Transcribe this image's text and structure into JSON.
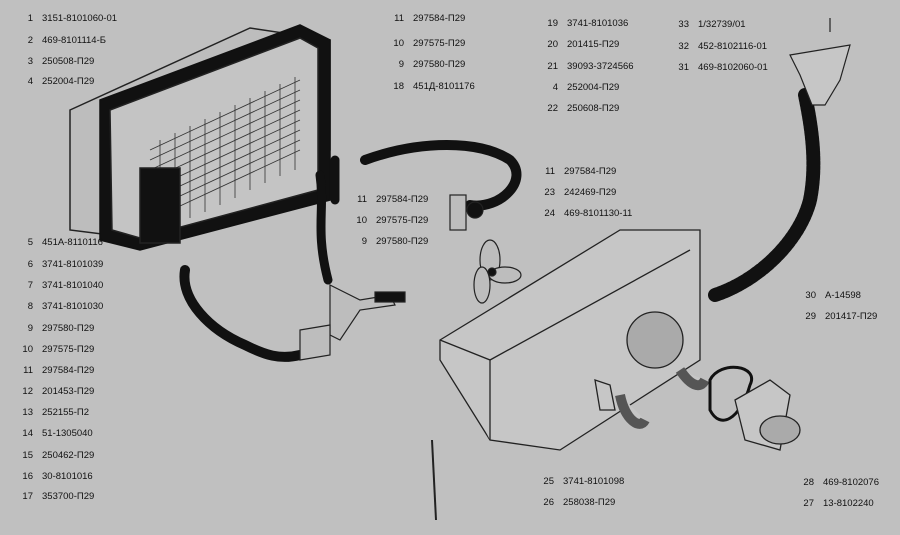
{
  "callouts": {
    "left": [
      {
        "num": "1",
        "code": "3151-8101060-01"
      },
      {
        "num": "2",
        "code": "469-8101114-Б"
      },
      {
        "num": "3",
        "code": "250508-П29"
      },
      {
        "num": "4",
        "code": "252004-П29"
      },
      {
        "num": "5",
        "code": "451А-8110116"
      },
      {
        "num": "6",
        "code": "3741-8101039"
      },
      {
        "num": "7",
        "code": "3741-8101040"
      },
      {
        "num": "8",
        "code": "3741-8101030"
      },
      {
        "num": "9",
        "code": "297580-П29"
      },
      {
        "num": "10",
        "code": "297575-П29"
      },
      {
        "num": "11",
        "code": "297584-П29"
      },
      {
        "num": "12",
        "code": "201453-П29"
      },
      {
        "num": "13",
        "code": "252155-П2"
      },
      {
        "num": "14",
        "code": "51-1305040"
      },
      {
        "num": "15",
        "code": "250462-П29"
      },
      {
        "num": "16",
        "code": "30-8101016"
      },
      {
        "num": "17",
        "code": "353700-П29"
      }
    ],
    "top_mid": [
      {
        "num": "11",
        "code": "297584-П29"
      },
      {
        "num": "10",
        "code": "297575-П29"
      },
      {
        "num": "9",
        "code": "297580-П29"
      },
      {
        "num": "18",
        "code": "451Д-8101176"
      }
    ],
    "top_right": [
      {
        "num": "19",
        "code": "3741-8101036"
      },
      {
        "num": "20",
        "code": "201415-П29"
      },
      {
        "num": "21",
        "code": "39093-3724566"
      },
      {
        "num": "4",
        "code": "252004-П29"
      },
      {
        "num": "22",
        "code": "250608-П29"
      }
    ],
    "top_far_right": [
      {
        "num": "33",
        "code": "1/32739/01"
      },
      {
        "num": "32",
        "code": "452-8102116-01"
      },
      {
        "num": "31",
        "code": "469-8102060-01"
      }
    ],
    "center": [
      {
        "num": "11",
        "code": "297584-П29"
      },
      {
        "num": "10",
        "code": "297575-П29"
      },
      {
        "num": "9",
        "code": "297580-П29"
      }
    ],
    "center_right": [
      {
        "num": "11",
        "code": "297584-П29"
      },
      {
        "num": "23",
        "code": "242469-П29"
      },
      {
        "num": "24",
        "code": "469-8101130-11"
      }
    ],
    "duct": [
      {
        "num": "30",
        "code": "А-14598"
      },
      {
        "num": "29",
        "code": "201417-П29"
      }
    ],
    "bottom_mid": [
      {
        "num": "25",
        "code": "3741-8101098"
      },
      {
        "num": "26",
        "code": "258038-П29"
      }
    ],
    "bottom_right": [
      {
        "num": "28",
        "code": "469-8102076"
      },
      {
        "num": "27",
        "code": "13-8102240"
      }
    ]
  }
}
